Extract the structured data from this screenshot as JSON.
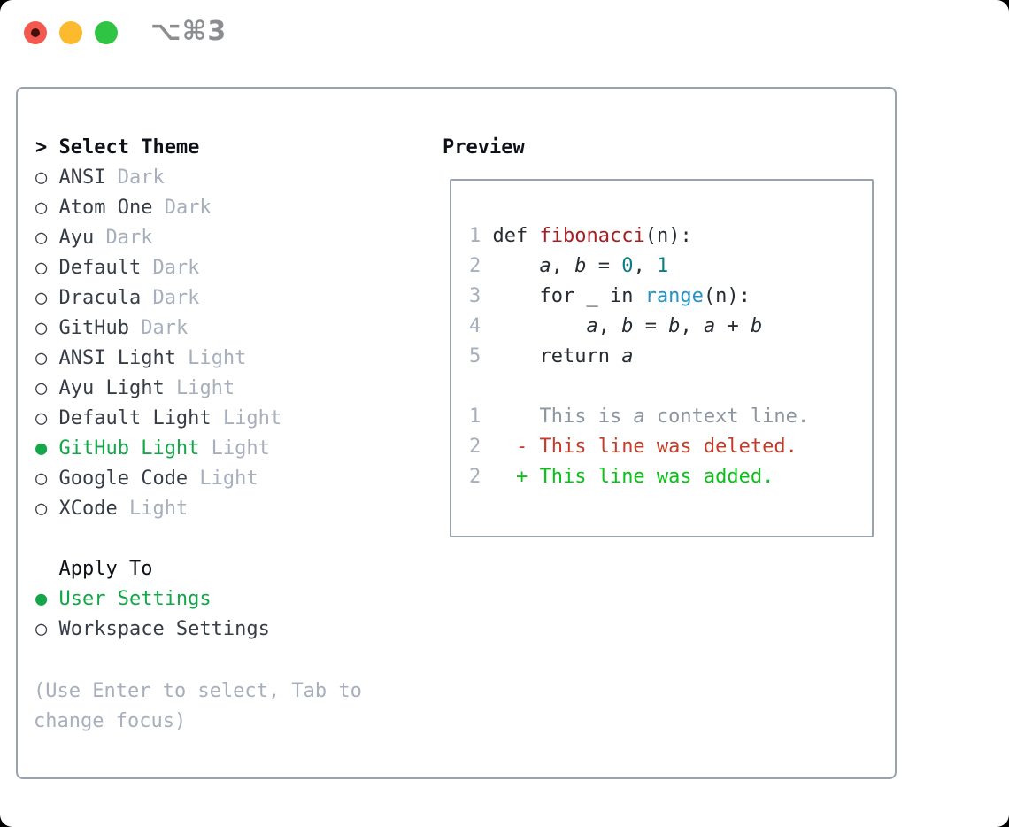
{
  "window": {
    "title": "⌥⌘3",
    "traffic_lights": [
      {
        "name": "close"
      },
      {
        "name": "minimize"
      },
      {
        "name": "zoom"
      }
    ]
  },
  "colors": {
    "selection_green": "#13a74a",
    "diff_added_green": "#09c217",
    "diff_deleted_red": "#c43c28",
    "function_red": "#a81e22",
    "number_teal": "#0c7d85",
    "builtin_blue": "#2292c7",
    "muted_gray": "#a7afbc",
    "context_gray": "#8d95a0",
    "text_dark": "#373d47",
    "border_gray": "#9aa2ad",
    "traffic_red": "#f4594f",
    "traffic_yellow": "#fcbb2f",
    "traffic_green": "#2fc444"
  },
  "theme_picker": {
    "header_marker": ">",
    "header": "Select Theme",
    "unselected_marker": "○",
    "selected_marker": "●",
    "items": [
      {
        "label": "ANSI",
        "tag": "Dark",
        "selected": false
      },
      {
        "label": "Atom One",
        "tag": "Dark",
        "selected": false
      },
      {
        "label": "Ayu",
        "tag": "Dark",
        "selected": false
      },
      {
        "label": "Default",
        "tag": "Dark",
        "selected": false
      },
      {
        "label": "Dracula",
        "tag": "Dark",
        "selected": false
      },
      {
        "label": "GitHub",
        "tag": "Dark",
        "selected": false
      },
      {
        "label": "ANSI Light",
        "tag": "Light",
        "selected": false
      },
      {
        "label": "Ayu Light",
        "tag": "Light",
        "selected": false
      },
      {
        "label": "Default Light",
        "tag": "Light",
        "selected": false
      },
      {
        "label": "GitHub Light",
        "tag": "Light",
        "selected": true
      },
      {
        "label": "Google Code",
        "tag": "Light",
        "selected": false
      },
      {
        "label": "XCode",
        "tag": "Light",
        "selected": false
      }
    ],
    "apply_to": {
      "header": "Apply To",
      "options": [
        {
          "label": "User Settings",
          "selected": true
        },
        {
          "label": "Workspace Settings",
          "selected": false
        }
      ]
    },
    "hint": "(Use Enter to select, Tab to change focus)"
  },
  "preview": {
    "title": "Preview",
    "lines": [
      {
        "tokens": [
          [
            "num",
            "1"
          ],
          [
            "code",
            " def "
          ],
          [
            "func",
            "fibonacci"
          ],
          [
            "code",
            "(n):"
          ]
        ]
      },
      {
        "tokens": [
          [
            "num",
            "2"
          ],
          [
            "code",
            "     "
          ],
          [
            "var",
            "a"
          ],
          [
            "code",
            ", "
          ],
          [
            "var",
            "b"
          ],
          [
            "code",
            " = "
          ],
          [
            "numlit",
            "0"
          ],
          [
            "code",
            ", "
          ],
          [
            "numlit",
            "1"
          ]
        ]
      },
      {
        "tokens": [
          [
            "num",
            "3"
          ],
          [
            "code",
            "     for _ in "
          ],
          [
            "builtin",
            "range"
          ],
          [
            "code",
            "(n):"
          ]
        ]
      },
      {
        "tokens": [
          [
            "num",
            "4"
          ],
          [
            "code",
            "         "
          ],
          [
            "var",
            "a"
          ],
          [
            "code",
            ", "
          ],
          [
            "var",
            "b"
          ],
          [
            "code",
            " = "
          ],
          [
            "var",
            "b"
          ],
          [
            "code",
            ", "
          ],
          [
            "var",
            "a"
          ],
          [
            "code",
            " + "
          ],
          [
            "var",
            "b"
          ]
        ]
      },
      {
        "tokens": [
          [
            "num",
            "5"
          ],
          [
            "code",
            "     return "
          ],
          [
            "var",
            "a"
          ]
        ]
      },
      {
        "tokens": [
          [
            "code",
            " "
          ]
        ]
      },
      {
        "tokens": [
          [
            "num",
            "1"
          ],
          [
            "ctx",
            "     This is "
          ],
          [
            "ctxvar",
            "a"
          ],
          [
            "ctx",
            " context line."
          ]
        ]
      },
      {
        "tokens": [
          [
            "num",
            "2"
          ],
          [
            "del",
            "   - This line was deleted."
          ]
        ]
      },
      {
        "tokens": [
          [
            "num",
            "2"
          ],
          [
            "add",
            "   + This line was added."
          ]
        ]
      }
    ]
  }
}
